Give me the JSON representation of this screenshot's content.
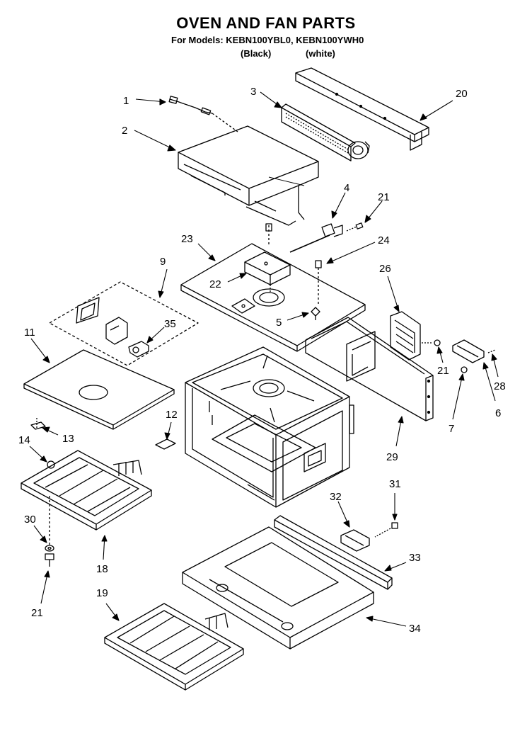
{
  "header": {
    "title": "OVEN AND FAN PARTS",
    "models": "For Models: KEBN100YBL0, KEBN100YWH0",
    "variant_black": "(Black)",
    "variant_white": "(white)"
  },
  "callouts": [
    "1",
    "2",
    "3",
    "20",
    "4",
    "21",
    "23",
    "24",
    "9",
    "22",
    "26",
    "5",
    "35",
    "11",
    "21",
    "28",
    "6",
    "12",
    "7",
    "13",
    "14",
    "29",
    "31",
    "30",
    "32",
    "33",
    "18",
    "21",
    "19",
    "34"
  ],
  "colors": {
    "line": "#000000",
    "background": "#ffffff"
  }
}
